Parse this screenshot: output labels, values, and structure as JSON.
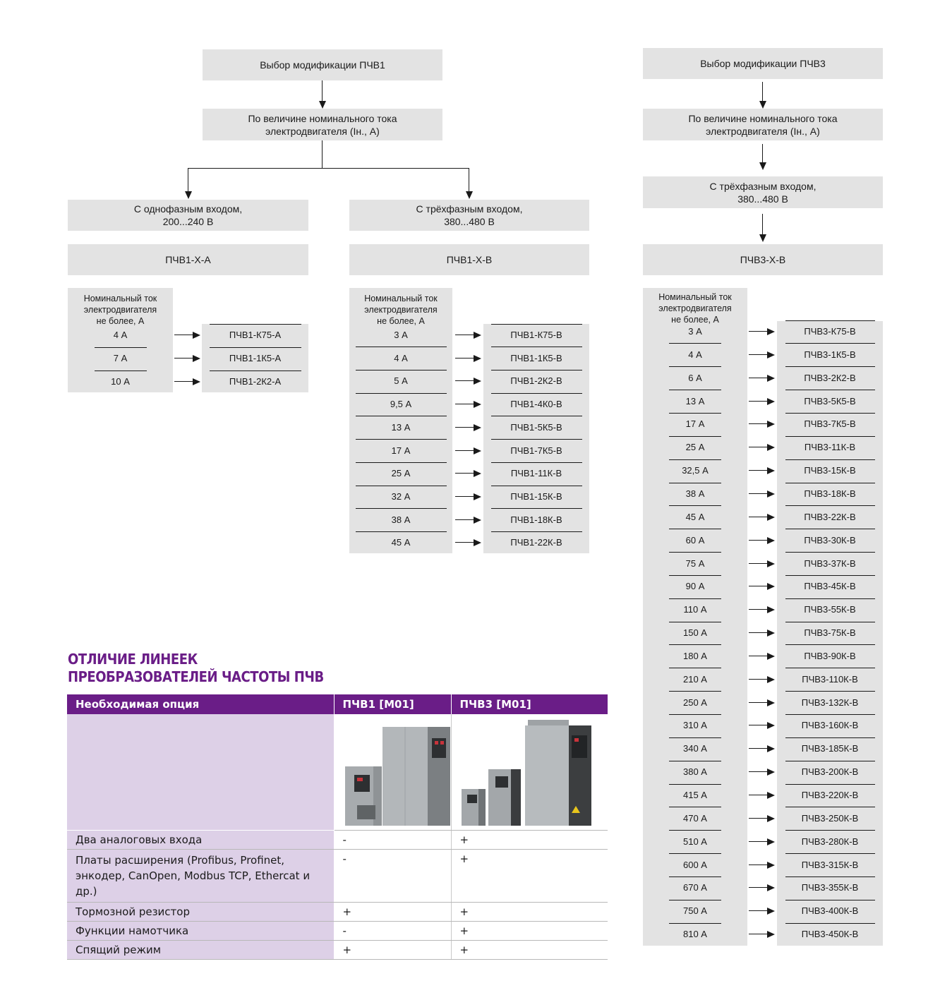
{
  "flow1": {
    "top": "Выбор модификации ПЧВ1",
    "criterion": "По величине номинального тока\nэлектродвигателя (Iн., А)",
    "single_phase": "С однофазным входом,\n200...240 В",
    "three_phase": "С трёхфазным входом,\n380...480 В",
    "series_a": "ПЧВ1-Х-А",
    "series_b": "ПЧВ1-Х-В"
  },
  "flow3": {
    "top": "Выбор модификации ПЧВ3",
    "criterion": "По величине номинального тока\nэлектродвигателя (Iн., А)",
    "three_phase": "С трёхфазным входом,\n380...480 В",
    "series_b": "ПЧВ3-Х-В"
  },
  "panel_header": "Номинальный ток\nэлектродвигателя\nне более, А",
  "panel_a": {
    "currents": [
      "4 А",
      "7 А",
      "10 А"
    ],
    "models": [
      "ПЧВ1-К75-А",
      "ПЧВ1-1К5-А",
      "ПЧВ1-2К2-А"
    ]
  },
  "panel_b": {
    "currents": [
      "3 А",
      "4 А",
      "5 А",
      "9,5 А",
      "13 А",
      "17 А",
      "25 А",
      "32 А",
      "38 А",
      "45 А"
    ],
    "models": [
      "ПЧВ1-К75-В",
      "ПЧВ1-1К5-В",
      "ПЧВ1-2К2-В",
      "ПЧВ1-4К0-В",
      "ПЧВ1-5К5-В",
      "ПЧВ1-7К5-В",
      "ПЧВ1-11К-В",
      "ПЧВ1-15К-В",
      "ПЧВ1-18К-В",
      "ПЧВ1-22К-В"
    ]
  },
  "panel_c": {
    "currents": [
      "3 А",
      "4 А",
      "6 А",
      "13 А",
      "17 А",
      "25 А",
      "32,5 А",
      "38 А",
      "45 А",
      "60 А",
      "75 А",
      "90 А",
      "110 А",
      "150 А",
      "180 А",
      "210 А",
      "250 А",
      "310 А",
      "340 А",
      "380 А",
      "415 А",
      "470 А",
      "510 А",
      "600 А",
      "670 А",
      "750 А",
      "810 А"
    ],
    "models": [
      "ПЧВ3-К75-В",
      "ПЧВ3-1К5-В",
      "ПЧВ3-2К2-В",
      "ПЧВ3-5К5-В",
      "ПЧВ3-7К5-В",
      "ПЧВ3-11К-В",
      "ПЧВ3-15К-В",
      "ПЧВ3-18К-В",
      "ПЧВ3-22К-В",
      "ПЧВ3-30К-В",
      "ПЧВ3-37К-В",
      "ПЧВ3-45К-В",
      "ПЧВ3-55К-В",
      "ПЧВ3-75К-В",
      "ПЧВ3-90К-В",
      "ПЧВ3-110К-В",
      "ПЧВ3-132К-В",
      "ПЧВ3-160К-В",
      "ПЧВ3-185К-В",
      "ПЧВ3-200К-В",
      "ПЧВ3-220К-В",
      "ПЧВ3-250К-В",
      "ПЧВ3-280К-В",
      "ПЧВ3-315К-В",
      "ПЧВ3-355К-В",
      "ПЧВ3-400К-В",
      "ПЧВ3-450К-В"
    ]
  },
  "comparison": {
    "title_line1": "ОТЛИЧИЕ ЛИНЕЕК",
    "title_line2": "ПРЕОБРАЗОВАТЕЛЕЙ ЧАСТОТЫ ПЧВ",
    "headers": [
      "Необходимая опция",
      "ПЧВ1 [М01]",
      "ПЧВ3 [М01]"
    ],
    "rows": [
      {
        "option": "Два аналоговых входа",
        "pchv1": "-",
        "pchv3": "+"
      },
      {
        "option": "Платы расширения (Profibus, Profinet, энкодер, CanOpen, Modbus TCP, Ethercat и др.)",
        "pchv1": "-",
        "pchv3": "+"
      },
      {
        "option": "Тормозной резистор",
        "pchv1": "+",
        "pchv3": "+"
      },
      {
        "option": "Функции намотчика",
        "pchv1": "-",
        "pchv3": "+"
      },
      {
        "option": "Спящий режим",
        "pchv1": "+",
        "pchv3": "+"
      }
    ],
    "accent_color": "#6a1d87",
    "option_bg": "#ddd0e7"
  }
}
